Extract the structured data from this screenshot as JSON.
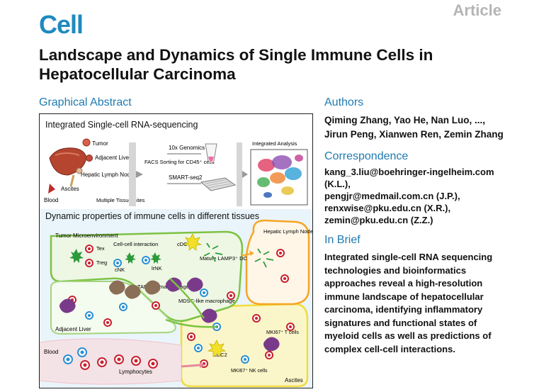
{
  "header": {
    "logo": "Cell",
    "article_type": "Article"
  },
  "title": "Landscape and Dynamics of Single Immune Cells in Hepatocellular Carcinoma",
  "graphical_abstract": {
    "heading": "Graphical Abstract",
    "top_panel": {
      "title": "Integrated Single-cell RNA-sequencing",
      "tumor": "Tumor",
      "adjacent_liver": "Adjacent Liver",
      "hepatic_lymph_node": "Hepatic Lymph Node",
      "ascites": "Ascites",
      "blood": "Blood",
      "multiple_tissue_sites": "Multiple Tissue Sites",
      "facs": "FACS Sorting for CD45⁺ cells",
      "genomics": "10x Genomics",
      "smartseq": "SMART-seq2",
      "integrated_analysis": "Integrated Analysis"
    },
    "bottom_panel": {
      "title": "Dynamic properties of immune cells in different tissues",
      "tumor_microenvironment": "Tumor Microenvironment",
      "cell_cell_interaction": "Cell-cell interaction",
      "tex": "Tex",
      "treg": "Treg",
      "cnk": "cNK",
      "lrnk": "lrNK",
      "cdc": "cDC",
      "mature_dc": "Mature LAMP3⁺ DC",
      "hepatic_lymph_node": "Hepatic Lymph Node",
      "tam": "TAM-like macrophage",
      "mdsc": "MDSC-like macrophage",
      "adjacent_liver": "Adjacent Liver",
      "blood": "Blood",
      "lymphocytes": "Lymphocytes",
      "cdc2": "cDC2",
      "mki67_t": "MKI67⁺ T cells",
      "mki67_nk": "MKI67⁺ NK cells",
      "ascites": "Ascites"
    }
  },
  "authors": {
    "heading": "Authors",
    "line1": "Qiming Zhang, Yao He, Nan Luo, ...,",
    "line2": "Jirun Peng, Xianwen Ren, Zemin Zhang"
  },
  "correspondence": {
    "heading": "Correspondence",
    "lines": [
      "kang_3.liu@boehringer-ingelheim.com",
      "(K.L.),",
      "pengjr@medmail.com.cn (J.P.),",
      "renxwise@pku.edu.cn (X.R.),",
      "zemin@pku.edu.cn (Z.Z.)"
    ]
  },
  "in_brief": {
    "heading": "In Brief",
    "lines": [
      "Integrated single-cell RNA sequencing",
      "technologies and bioinformatics",
      "approaches reveal a high-resolution",
      "immune landscape of hepatocellular",
      "carcinoma, identifying inflammatory",
      "signatures and functional states of",
      "myeloid cells as well as predictions of",
      "complex cell-cell interactions."
    ]
  },
  "colors": {
    "brand_blue": "#1f8ac0",
    "heading_blue": "#1f7ab0",
    "article_gray": "#b5b5b5",
    "tme_green": "#7cc242",
    "lymph_orange": "#f5a623",
    "ascites_yellow": "#f4e04d"
  }
}
